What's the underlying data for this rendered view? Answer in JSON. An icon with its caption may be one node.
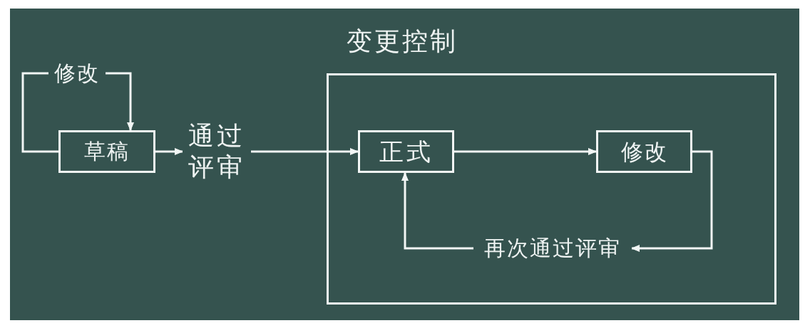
{
  "diagram": {
    "nodes": [
      {
        "text": [
          "草稿"
        ]
      },
      {
        "text": [
          "通过评审"
        ]
      },
      {
        "text": [
          "变更控制"
        ]
      },
      {
        "text": [
          "正式"
        ],
        "in": 2
      },
      {
        "text": [
          "修改"
        ],
        "in": 2
      },
      {
        "text": [
          "再次通过评审"
        ],
        "in": 2
      }
    ],
    "edges": [
      {
        "from": 0,
        "to": 0,
        "arrow": "to",
        "label": "修改"
      },
      {
        "from": 0,
        "to": 1,
        "arrow": "to"
      },
      {
        "from": 1,
        "to": 3,
        "arrow": "to"
      },
      {
        "from": 3,
        "to": 4,
        "arrow": "to"
      },
      {
        "from": 4,
        "to": 5,
        "arrow": "to"
      },
      {
        "from": 5,
        "to": 3,
        "arrow": "to"
      }
    ]
  }
}
